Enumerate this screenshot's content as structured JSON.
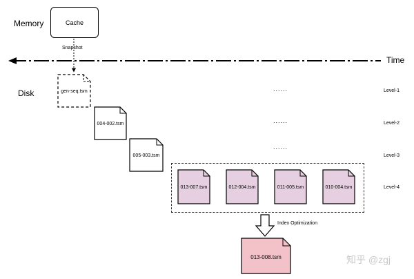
{
  "labels": {
    "memory": "Memory",
    "disk": "Disk",
    "time": "Time",
    "snapshot": "Snapshot",
    "index_optimization": "Index Optimization",
    "ellipsis": "......",
    "watermark": "知乎 @zgj"
  },
  "cache": {
    "label": "Cache"
  },
  "levels": [
    "Level-1",
    "Level-2",
    "Level-3",
    "Level-4"
  ],
  "files": {
    "gen_seq": "gen-seq.tsm",
    "f004_002": "004-002.tsm",
    "f005_003": "005-003.tsm",
    "level4": [
      "013-007.tsm",
      "012-004.tsm",
      "011-005.tsm",
      "010-004.tsm"
    ],
    "result": "013-008.tsm"
  },
  "colors": {
    "level4_fill": "#e6cfe0",
    "result_fill": "#f3c2c8",
    "plain_fill": "#ffffff"
  }
}
